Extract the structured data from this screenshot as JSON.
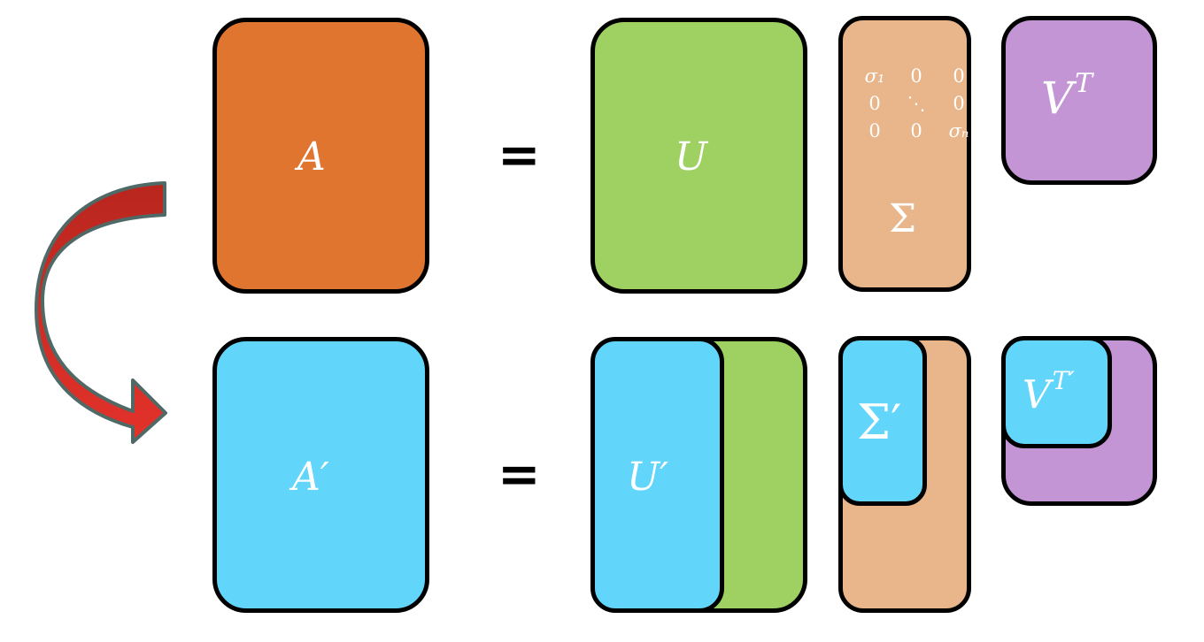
{
  "colors": {
    "orange": "#e07530",
    "green": "#9fd162",
    "peach": "#e9b58a",
    "purple": "#c395d5",
    "cyan": "#62d5fb",
    "arrow": "#e3322a",
    "arrow_outline": "#4f6967"
  },
  "top": {
    "A": "A",
    "equals": "=",
    "U": "U",
    "Sigma": "Σ",
    "matrix": {
      "r1": [
        "σ₁",
        "0",
        "0"
      ],
      "r2": [
        "0",
        "⋱",
        "0"
      ],
      "r3": [
        "0",
        "0",
        "σₙ"
      ]
    },
    "V": "V",
    "V_sup": "T"
  },
  "bottom": {
    "A_prime": "A′",
    "equals": "=",
    "U_prime": "U′",
    "Sigma_prime": "Σ′",
    "V": "V",
    "V_sup": "T′"
  },
  "arrow_icon": "curved-arrow-icon"
}
